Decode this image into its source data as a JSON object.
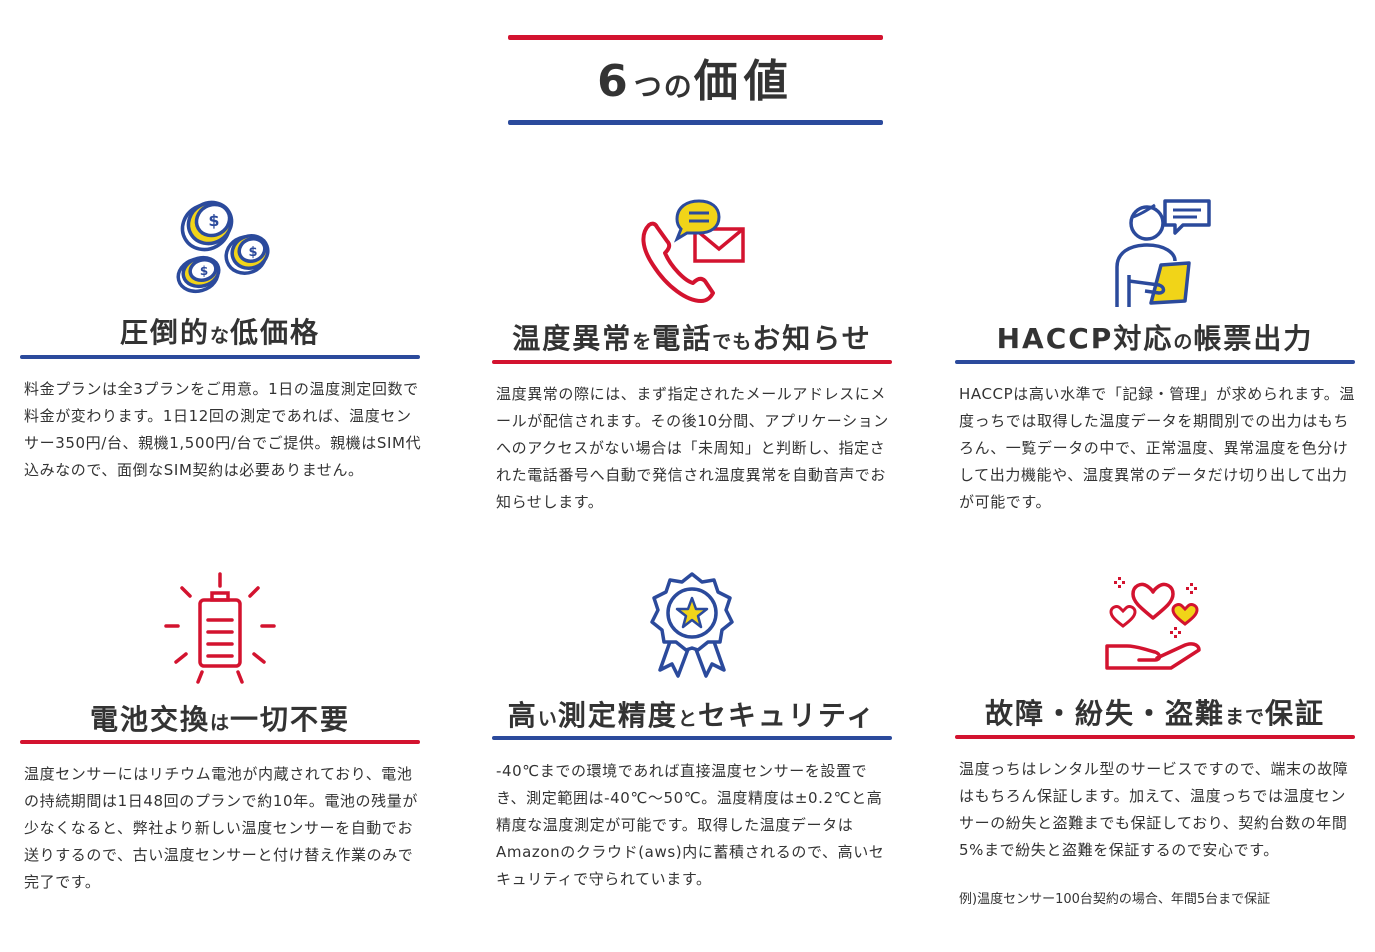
{
  "header": {
    "title_num": "6",
    "title_small": "つの",
    "title_main": "価値"
  },
  "colors": {
    "red": "#d3132f",
    "blue": "#2b4a9c",
    "yellow": "#f1d418",
    "text": "#333333"
  },
  "cards": [
    {
      "icon": "coins-icon",
      "title_parts": [
        "圧倒的",
        "な",
        "低価格"
      ],
      "description": "料金プランは全3プランをご用意。1日の温度測定回数で料金が変わります。1日12回の測定であれば、温度センサー350円/台、親機1,500円/台でご提供。親機はSIM代込みなので、面倒なSIM契約は必要ありません。"
    },
    {
      "icon": "phone-mail-alert-icon",
      "title_parts": [
        "温度異常",
        "を",
        "電話",
        "でも",
        "お知らせ"
      ],
      "description": "温度異常の際には、まず指定されたメールアドレスにメールが配信されます。その後10分間、アプリケーションへのアクセスがない場合は「未周知」と判断し、指定された電話番号へ自動で発信され温度異常を自動音声でお知らせします。"
    },
    {
      "icon": "person-report-icon",
      "title_parts": [
        "HACCP対応",
        "の",
        "帳票出力"
      ],
      "description": "HACCPは高い水準で「記録・管理」が求められます。温度っちでは取得した温度データを期間別での出力はもちろん、一覧データの中で、正常温度、異常温度を色分けして出力機能や、温度異常のデータだけ切り出して出力が可能です。"
    },
    {
      "icon": "battery-icon",
      "title_parts": [
        "電池交換",
        "は",
        "一切不要"
      ],
      "description": "温度センサーにはリチウム電池が内蔵されており、電池の持続期間は1日48回のプランで約10年。電池の残量が少なくなると、弊社より新しい温度センサーを自動でお送りするので、古い温度センサーと付け替え作業のみで完了です。"
    },
    {
      "icon": "award-badge-icon",
      "title_parts": [
        "高",
        "い",
        "測定精度",
        "と",
        "セキュリティ"
      ],
      "description": "-40℃までの環境であれば直接温度センサーを設置でき、測定範囲は-40℃〜50℃。温度精度は±0.2℃と高精度な温度測定が可能です。取得した温度データはAmazonのクラウド(aws)内に蓄積されるので、高いセキュリティで守られています。"
    },
    {
      "icon": "hand-hearts-icon",
      "title_parts": [
        "故障・紛失・盗難",
        "まで",
        "保証"
      ],
      "description": "温度っちはレンタル型のサービスですので、端末の故障はもちろん保証します。加えて、温度っちでは温度センサーの紛失と盗難までも保証しており、契約台数の年間5%まで紛失と盗難を保証するので安心です。",
      "note": "例)温度センサー100台契約の場合、年間5台まで保証"
    }
  ]
}
